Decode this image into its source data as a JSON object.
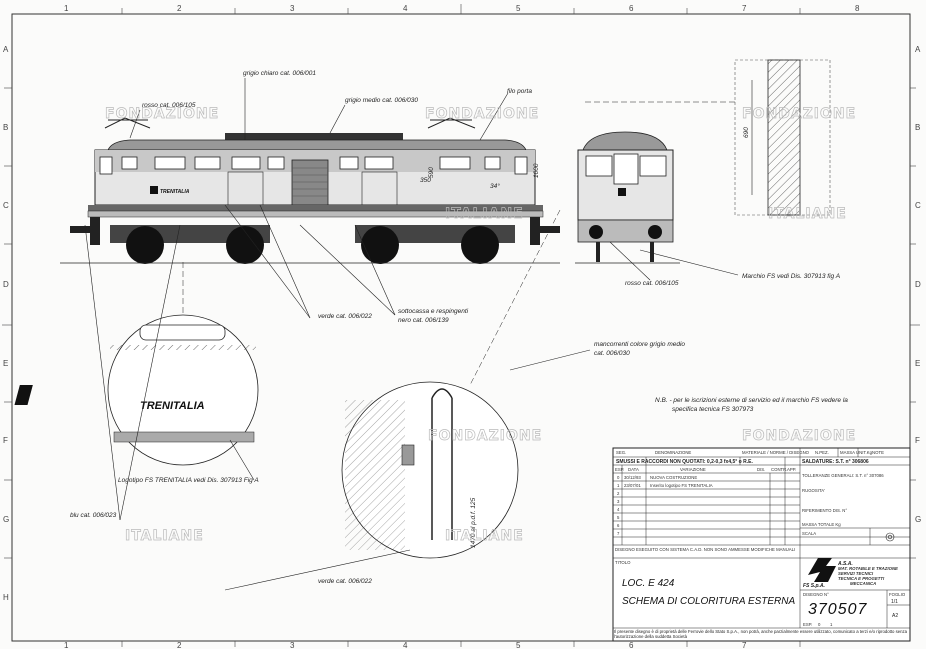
{
  "grid": {
    "columns": [
      "1",
      "2",
      "3",
      "4",
      "5",
      "6",
      "7",
      "8"
    ],
    "rows": [
      "A",
      "B",
      "C",
      "D",
      "E",
      "F",
      "G",
      "H"
    ]
  },
  "watermarks": [
    "FONDAZIONE",
    "FONDAZIONE",
    "FONDAZIONE",
    "FONDAZIONE",
    "FONDAZIONE",
    "ITALIANE",
    "ITALIANE",
    "ITALIANE",
    "ITALIANE"
  ],
  "labels": {
    "grigio_chiaro": "grigio chiaro cat. 006/001",
    "rosso_top": "rosso cat. 006/105",
    "grigio_medio": "grigio medio cat. 006/030",
    "filo_porta": "filo porta",
    "verde": "verde cat. 006/022",
    "sottocassa_1": "sottocassa e respingenti",
    "sottocassa_2": "nero cat. 006/139",
    "rosso_front": "rosso cat. 006/105",
    "marchio": "Marchio FS  vedi Dis. 307913 fig A",
    "mancorrenti_1": "mancorrenti  colore grigio medio",
    "mancorrenti_2": "cat. 006/030",
    "logotipo": "Logotipo FS TRENITALIA vedi Dis. 307913 Fig A",
    "blu": "blu cat. 006/023",
    "verde_bottom": "verde cat. 006/022",
    "note_1": "N.B. - per le iscrizioni esterne di servizio ed il marchio FS vedere la",
    "note_2": "specifica tecnica FS  307973",
    "dim_350": "350",
    "dim_590": "590",
    "dim_1000": "1000",
    "dim_34": "34°",
    "dim_690": "690",
    "dim_sleeve": "1470 al p.d.f.   125",
    "logo_text": "TRENITALIA"
  },
  "title_block": {
    "headers": [
      "SEG.",
      "DENOMINAZIONE",
      "MATERIALE / NORME / DISEGNO",
      "N.PEZ.",
      "MASSA UNIT.Kg",
      "NOTE"
    ],
    "smussi": "SMUSSI E RACCORDI NON QUOTATI: 0,2-0,3 fx4,5° o R.E.",
    "saldature": "SALDATURE: S.T. n° 306806",
    "rev_headers": [
      "ESP.",
      "DATA",
      "VARIAZIONE",
      "DIS.",
      "CONTR.",
      "APP."
    ],
    "revisions": [
      {
        "esp": "0",
        "data": "30/12/93",
        "var": "NUOVA COSTRUZIONE"
      },
      {
        "esp": "1",
        "data": "23/07/01",
        "var": "Inserito logotipo FS TRENITALIA"
      }
    ],
    "rev_rows": [
      "2",
      "3",
      "4",
      "5",
      "6",
      "7"
    ],
    "tolleranze": "TOLLERANZE GENERALI: S.T. n° 307086",
    "rugosita": "RUGOSITA'",
    "riferimento": "RIFERIMENTO DIS. N°",
    "massa": "MASSA TOTALE Kg",
    "scala": "SCALA",
    "sistema": "DISEGNO ESEGUITO CON SISTEMA C.A.D. NON SONO AMMESSE MODIFICHE MANUALI",
    "titolo_label": "TITOLO",
    "title_line1": "LOC. E 424",
    "title_line2": "SCHEMA DI COLORITURA  ESTERNA",
    "org": [
      "A.S.A.",
      "MAT. ROTABILE E TRAZIONE",
      "SERVIZI TECNICI",
      "TECNICA E PROGETTI",
      "MECCANICA"
    ],
    "fs_spa": "FS S.p.A.",
    "foglio_label": "FOGLIO",
    "foglio": "1/1",
    "formato": "A2",
    "disegno_label": "DISEGNO N°",
    "number": "370507",
    "esp_label": "ESP.",
    "esp_values": [
      "0",
      "1"
    ],
    "footer": "Il presente disegno è di proprietà delle Ferrovie dello Stato S.p.A., non potrà, anche parzialmente essere utilizzato, comunicato a terzi e/o riprodotto senza l'autorizzazione della suddetta Società"
  }
}
